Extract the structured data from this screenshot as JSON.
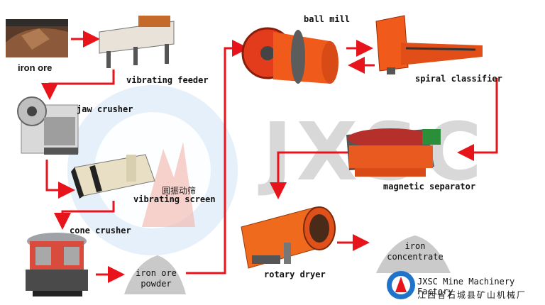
{
  "watermark": "JXSC",
  "equipment": {
    "iron_ore": "iron ore",
    "vibrating_feeder": "vibrating feeder",
    "jaw_crusher": "jaw crusher",
    "vibrating_screen": "vibrating screen",
    "vibrating_screen_cn": "圆振动筛",
    "cone_crusher": "cone crusher",
    "iron_ore_powder_line1": "iron ore",
    "iron_ore_powder_line2": "powder",
    "ball_mill": "ball mill",
    "spiral_classifier": "spiral classifier",
    "magnetic_separator": "magnetic separator",
    "rotary_dryer": "rotary dryer",
    "iron_concentrate_line1": "iron",
    "iron_concentrate_line2": "concentrate"
  },
  "brand": {
    "name": "JXSC Mine Machinery Factory",
    "name_cn": "江西省石城县矿山机械厂"
  },
  "colors": {
    "arrow": "#e8141c",
    "machine_orange": "#f05a1a",
    "machine_gray": "#6b6b6b",
    "watermark_circle": "#9fc9ea"
  }
}
